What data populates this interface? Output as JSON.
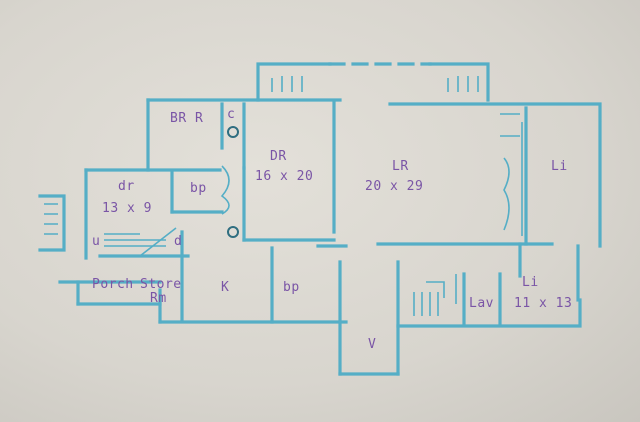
{
  "plan": {
    "colors": {
      "wall": "#55aec6",
      "label": "#7a55a6",
      "fixture_dark": "#2f6e80"
    },
    "rooms": [
      {
        "id": "br-r",
        "text": "BR R"
      },
      {
        "id": "c",
        "text": "c"
      },
      {
        "id": "dr",
        "text": "DR"
      },
      {
        "id": "dr-size",
        "text": "16 x 20"
      },
      {
        "id": "lr",
        "text": "LR"
      },
      {
        "id": "lr-size",
        "text": "20 x 29"
      },
      {
        "id": "li-top",
        "text": "Li"
      },
      {
        "id": "dr-small",
        "text": "dr"
      },
      {
        "id": "dr-small-size",
        "text": "13 x 9"
      },
      {
        "id": "bp-upper",
        "text": "bp"
      },
      {
        "id": "u",
        "text": "u"
      },
      {
        "id": "d",
        "text": "d"
      },
      {
        "id": "porch",
        "text": "Porch"
      },
      {
        "id": "store",
        "text": "Store"
      },
      {
        "id": "rm",
        "text": "Rm"
      },
      {
        "id": "k",
        "text": "K"
      },
      {
        "id": "bp-lower",
        "text": "bp"
      },
      {
        "id": "lav",
        "text": "Lav"
      },
      {
        "id": "li-lower",
        "text": "Li"
      },
      {
        "id": "li-lower-size",
        "text": "11 x 13"
      },
      {
        "id": "v",
        "text": "V"
      }
    ]
  }
}
